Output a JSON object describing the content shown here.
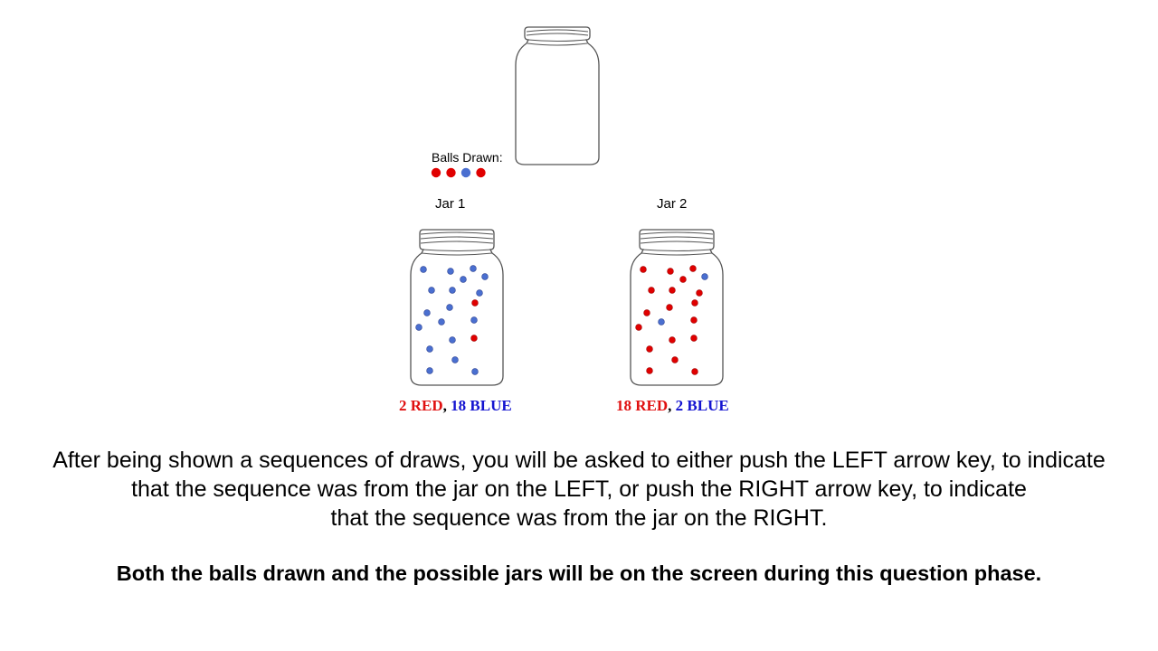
{
  "balls_drawn": {
    "label": "Balls Drawn:",
    "sequence": [
      "red",
      "red",
      "blue",
      "red"
    ]
  },
  "colors": {
    "red": "#e00000",
    "blue": "#4a6fd0",
    "red_text": "#e01010",
    "blue_text": "#1414d0"
  },
  "jars": [
    {
      "label": "Jar 1",
      "red_count_text": "2 RED",
      "separator": ",",
      "blue_count_text": "18 BLUE",
      "red": 2,
      "blue": 18
    },
    {
      "label": "Jar 2",
      "red_count_text": "18 RED",
      "separator": ",",
      "blue_count_text": "2 BLUE",
      "red": 18,
      "blue": 2
    }
  ],
  "instructions": {
    "line1": "After being shown a sequences of draws, you will be asked to either push the LEFT arrow key, to indicate",
    "line2": "that the sequence was from the jar on the LEFT, or push the RIGHT arrow key, to indicate",
    "line3": "that the sequence was from the jar on the RIGHT.",
    "note": "Both the balls drawn and the possible jars will be on the screen during this question phase."
  }
}
